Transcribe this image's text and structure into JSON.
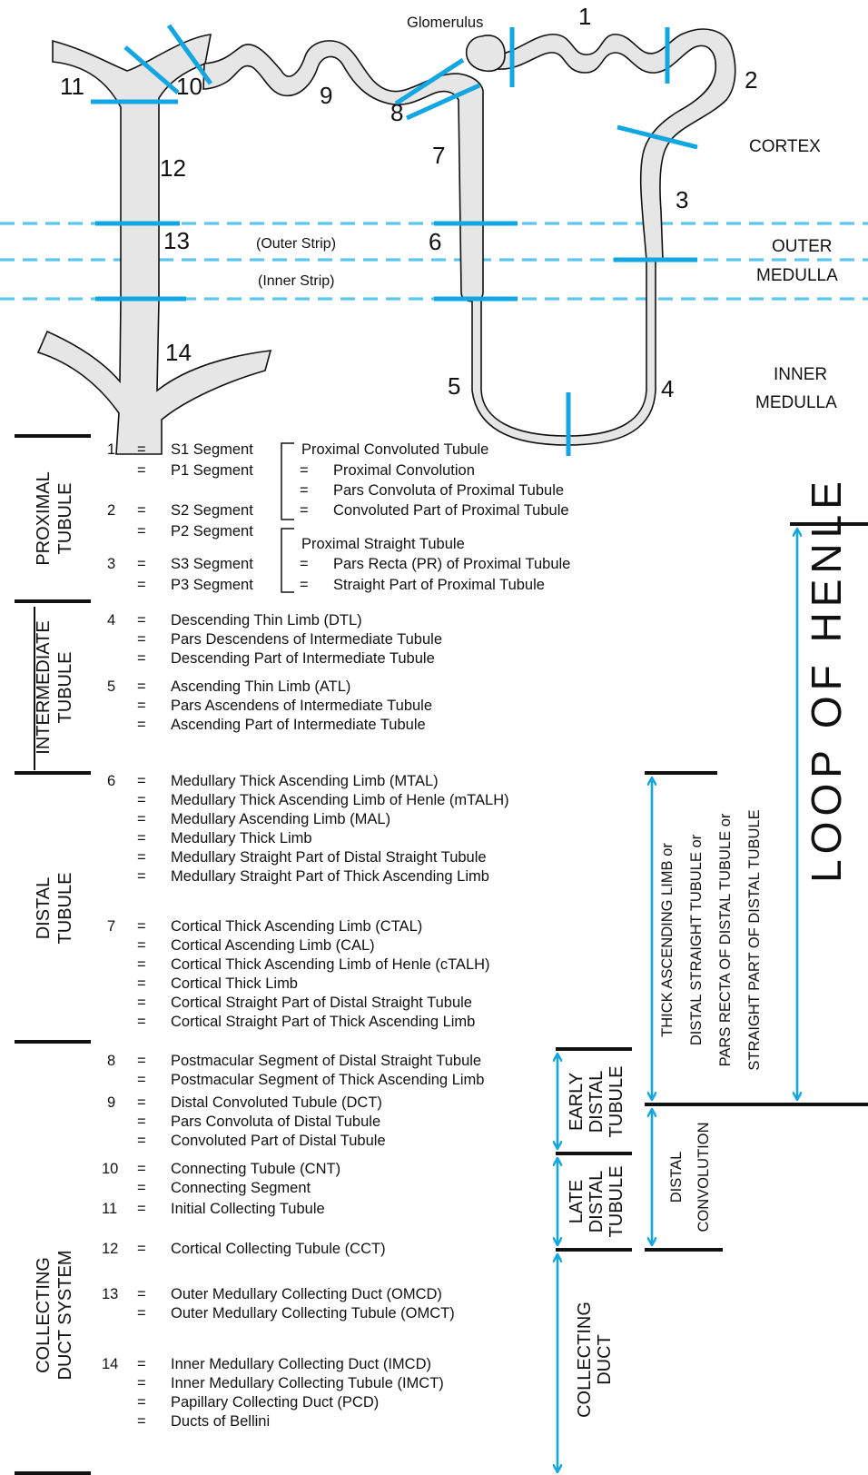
{
  "diagram": {
    "glomerulus_label": "Glomerulus",
    "segment_numbers": [
      "1",
      "2",
      "3",
      "4",
      "5",
      "6",
      "7",
      "8",
      "9",
      "10",
      "11",
      "12",
      "13",
      "14"
    ],
    "zones": {
      "cortex": "CORTEX",
      "outer_1": "OUTER",
      "outer_2": "MEDULLA",
      "inner_1": "INNER",
      "inner_2": "MEDULLA",
      "outer_strip": "(Outer Strip)",
      "inner_strip": "(Inner Strip)"
    }
  },
  "categories": {
    "proximal_1": "PROXIMAL",
    "proximal_2": "TUBULE",
    "intermediate_1": "INTERMEDIATE",
    "intermediate_2": "TUBULE",
    "distal_1": "DISTAL",
    "distal_2": "TUBULE",
    "collecting_1": "COLLECTING",
    "collecting_2": "DUCT SYSTEM"
  },
  "eq": "=",
  "proximal": {
    "n1": "1",
    "n2": "2",
    "n3": "3",
    "s1": "S1 Segment",
    "p1": "P1 Segment",
    "s2": "S2 Segment",
    "p2": "P2 Segment",
    "s3": "S3 Segment",
    "p3": "P3 Segment",
    "pct": "Proximal Convoluted Tubule",
    "pct_a": "Proximal Convolution",
    "pct_b": "Pars Convoluta of Proximal Tubule",
    "pct_c": "Convoluted Part of Proximal Tubule",
    "pst": "Proximal Straight Tubule",
    "pst_a": "Pars Recta (PR) of Proximal Tubule",
    "pst_b": "Straight Part of Proximal Tubule"
  },
  "entries": [
    {
      "num": "4",
      "lines": [
        "Descending Thin Limb (DTL)",
        "Pars Descendens of Intermediate Tubule",
        "Descending Part of Intermediate Tubule"
      ]
    },
    {
      "num": "5",
      "lines": [
        "Ascending Thin Limb (ATL)",
        "Pars Ascendens of Intermediate Tubule",
        "Ascending Part of Intermediate Tubule"
      ]
    },
    {
      "num": "6",
      "lines": [
        "Medullary Thick Ascending Limb (MTAL)",
        "Medullary Thick Ascending Limb of Henle (mTALH)",
        "Medullary Ascending Limb (MAL)",
        "Medullary Thick Limb",
        "Medullary Straight Part of Distal Straight Tubule",
        "Medullary Straight Part of Thick Ascending Limb"
      ]
    },
    {
      "num": "7",
      "lines": [
        "Cortical Thick Ascending Limb (CTAL)",
        "Cortical Ascending Limb (CAL)",
        "Cortical Thick Ascending Limb of Henle (cTALH)",
        "Cortical Thick Limb",
        "Cortical Straight Part of Distal Straight Tubule",
        "Cortical Straight Part of Thick Ascending Limb"
      ]
    },
    {
      "num": "8",
      "lines": [
        "Postmacular Segment of Distal Straight Tubule",
        "Postmacular Segment of Thick Ascending Limb"
      ]
    },
    {
      "num": "9",
      "lines": [
        "Distal Convoluted Tubule (DCT)",
        "Pars Convoluta of Distal Tubule",
        "Convoluted Part of Distal Tubule"
      ]
    },
    {
      "num": "10",
      "lines": [
        "Connecting Tubule (CNT)",
        "Connecting Segment"
      ]
    },
    {
      "num": "11",
      "lines": [
        "Initial Collecting Tubule"
      ]
    },
    {
      "num": "12",
      "lines": [
        "Cortical Collecting Tubule (CCT)"
      ]
    },
    {
      "num": "13",
      "lines": [
        "Outer Medullary Collecting Duct (OMCD)",
        "Outer Medullary Collecting Tubule (OMCT)"
      ]
    },
    {
      "num": "14",
      "lines": [
        "Inner Medullary Collecting Duct (IMCD)",
        "Inner Medullary Collecting Tubule (IMCT)",
        "Papillary Collecting Duct (PCD)",
        "Ducts of Bellini"
      ]
    }
  ],
  "brackets": {
    "loop_of_henle": "LOOP OF HENLE",
    "tal_1": "THICK ASCENDING LIMB  or",
    "tal_2": "DISTAL STRAIGHT TUBULE  or",
    "tal_3": "PARS RECTA OF DISTAL TUBULE  or",
    "tal_4": "STRAIGHT PART OF DISTAL TUBULE",
    "early_1": "EARLY",
    "early_2": "DISTAL",
    "early_3": "TUBULE",
    "late_1": "LATE",
    "late_2": "DISTAL",
    "late_3": "TUBULE",
    "dc_1": "DISTAL",
    "dc_2": "CONVOLUTION",
    "cd_1": "COLLECTING",
    "cd_2": "DUCT"
  }
}
